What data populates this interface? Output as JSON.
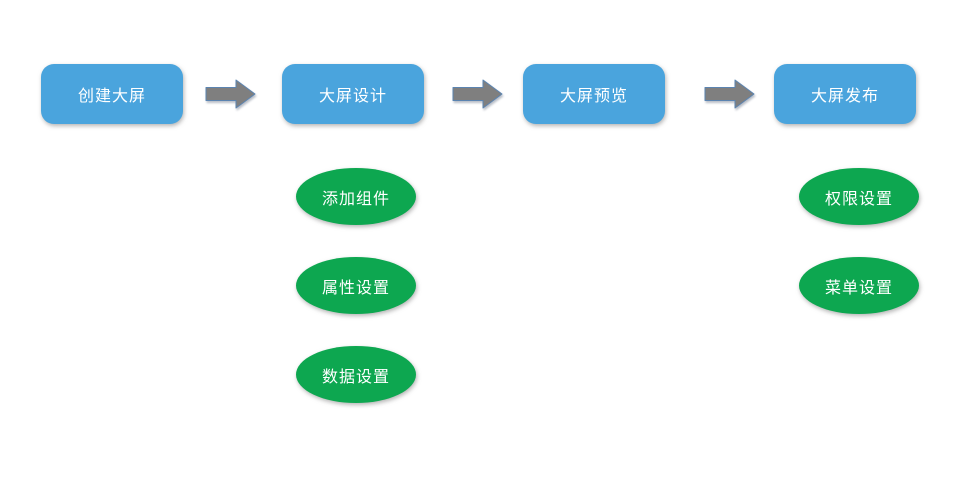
{
  "colors": {
    "step_box_fill": "#4AA4DD",
    "substep_fill": "#0DA750",
    "arrow_fill": "#7F7F7F",
    "arrow_outline": "#5B84B1",
    "label_text": "#FFFFFF",
    "background": "#FFFFFF"
  },
  "flow": {
    "steps": [
      {
        "label": "创建大屏"
      },
      {
        "label": "大屏设计"
      },
      {
        "label": "大屏预览"
      },
      {
        "label": "大屏发布"
      }
    ],
    "design_substeps": [
      {
        "label": "添加组件"
      },
      {
        "label": "属性设置"
      },
      {
        "label": "数据设置"
      }
    ],
    "publish_substeps": [
      {
        "label": "权限设置"
      },
      {
        "label": "菜单设置"
      }
    ]
  }
}
